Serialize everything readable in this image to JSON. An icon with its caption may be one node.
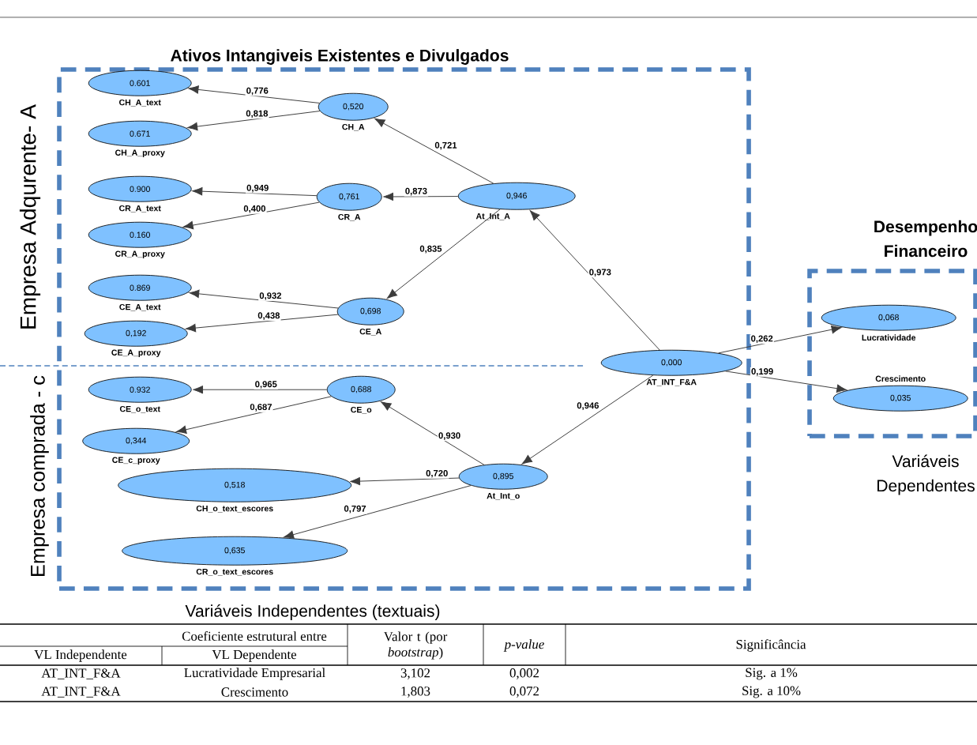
{
  "diagram": {
    "nodes": [
      {
        "text": [
          "Ativos Intangiveis Existentes e Divulgados"
        ]
      },
      {
        "text": [
          "0.601"
        ],
        "beside": [
          "CH_A_text"
        ],
        "in": 0
      },
      {
        "text": [
          "0.671"
        ],
        "beside": [
          "CH_A_proxy"
        ],
        "in": 0
      },
      {
        "text": [
          "0,520"
        ],
        "beside": [
          "CH_A"
        ],
        "in": 0
      },
      {
        "text": [
          "0.900"
        ],
        "beside": [
          "CR_A_text"
        ],
        "in": 0
      },
      {
        "text": [
          "0.160"
        ],
        "beside": [
          "CR_A_proxy"
        ],
        "in": 0
      },
      {
        "text": [
          "0,761"
        ],
        "beside": [
          "CR_A"
        ],
        "in": 0
      },
      {
        "text": [
          "0,946"
        ],
        "beside": [
          "At_Int_A"
        ],
        "in": 0
      },
      {
        "text": [
          "0.869"
        ],
        "beside": [
          "CE_A_text"
        ],
        "in": 0
      },
      {
        "text": [
          "0,192"
        ],
        "beside": [
          "CE_A_proxy"
        ],
        "in": 0
      },
      {
        "text": [
          "0,698"
        ],
        "beside": [
          "CE_A"
        ],
        "in": 0
      },
      {
        "text": [
          "0,000"
        ],
        "beside": [
          "AT_INT_F&A"
        ],
        "in": 0
      },
      {
        "text": [
          "0.932"
        ],
        "beside": [
          "CE_o_text"
        ],
        "in": 0
      },
      {
        "text": [
          "0,688"
        ],
        "beside": [
          "CE_o"
        ],
        "in": 0
      },
      {
        "text": [
          "0,344"
        ],
        "beside": [
          "CE_c_proxy"
        ],
        "in": 0
      },
      {
        "text": [
          "0,518"
        ],
        "beside": [
          "CH_o_text_escores"
        ],
        "in": 0
      },
      {
        "text": [
          "0,895"
        ],
        "beside": [
          "At_Int_o"
        ],
        "in": 0
      },
      {
        "text": [
          "0,635"
        ],
        "beside": [
          "CR_o_text_escores"
        ],
        "in": 0
      },
      {
        "text": [
          "Desempenho Financeiro",
          "Variáveis Dependentes"
        ]
      },
      {
        "text": [
          "0,068"
        ],
        "beside": [
          "Lucratividade"
        ],
        "in": 18
      },
      {
        "text": [
          "0,035"
        ],
        "beside": [
          "Crescimento"
        ],
        "in": 18
      }
    ],
    "edges": [
      {
        "from": 7,
        "to": 3,
        "arrow": "to",
        "label": "0,721"
      },
      {
        "from": 3,
        "to": 1,
        "arrow": "to",
        "label": "0,776"
      },
      {
        "from": 3,
        "to": 2,
        "arrow": "to",
        "label": "0,818"
      },
      {
        "from": 7,
        "to": 6,
        "arrow": "to",
        "label": "0,873"
      },
      {
        "from": 6,
        "to": 4,
        "arrow": "to",
        "label": "0,949"
      },
      {
        "from": 6,
        "to": 5,
        "arrow": "to",
        "label": "0,400"
      },
      {
        "from": 7,
        "to": 10,
        "arrow": "to",
        "label": "0,835"
      },
      {
        "from": 10,
        "to": 8,
        "arrow": "to",
        "label": "0,932"
      },
      {
        "from": 10,
        "to": 9,
        "arrow": "to",
        "label": "0,438"
      },
      {
        "from": 11,
        "to": 7,
        "arrow": "to",
        "label": "0,973"
      },
      {
        "from": 11,
        "to": 16,
        "arrow": "to",
        "label": "0,946"
      },
      {
        "from": 16,
        "to": 13,
        "arrow": "to",
        "label": "0,930"
      },
      {
        "from": 13,
        "to": 12,
        "arrow": "to",
        "label": "0,965"
      },
      {
        "from": 13,
        "to": 14,
        "arrow": "to",
        "label": "0,687"
      },
      {
        "from": 16,
        "to": 15,
        "arrow": "to",
        "label": "0,720"
      },
      {
        "from": 16,
        "to": 17,
        "arrow": "to",
        "label": "0,797"
      },
      {
        "from": 11,
        "to": 19,
        "arrow": "to",
        "label": "0,262"
      },
      {
        "from": 11,
        "to": 20,
        "arrow": "to",
        "label": "0,199"
      }
    ],
    "labels": [
      "Empresa Adqurente- A",
      "Empresa comprada - c",
      "Variáveis Independentes (textuais)",
      "Coeficiente estrutural entre",
      "Valor t (por *bootstrap*)",
      "p-value",
      "Significância",
      "VL Independente",
      "VL Dependente",
      "AT_INT_F&A",
      "Lucratividade Empresarial",
      "3,102",
      "0,002",
      "Sig. a 1%",
      "AT_INT_F&A",
      "Crescimento",
      "1,803",
      "0,072",
      "Sig. a 10%"
    ]
  }
}
